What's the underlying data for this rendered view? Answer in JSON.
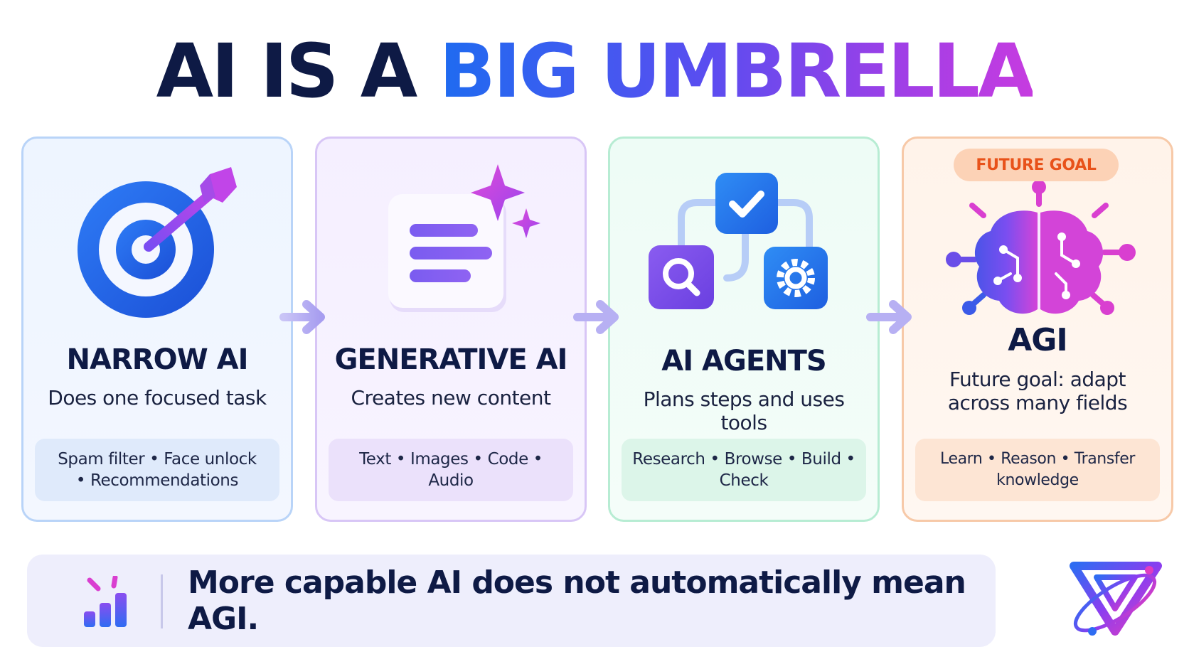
{
  "title": {
    "part1": "AI IS A",
    "part2": "BIG UMBRELLA"
  },
  "cards": [
    {
      "title": "NARROW AI",
      "subtitle": "Does one focused task",
      "examples_line1": "Spam filter • Face unlock",
      "examples_line2": "• Recommendations",
      "icon": "target-arrow-icon",
      "color": "#2a6df0"
    },
    {
      "title": "GENERATIVE AI",
      "subtitle": "Creates new content",
      "examples": "Text • Images • Code • Audio",
      "icon": "document-sparkle-icon",
      "color": "#8a5cf0"
    },
    {
      "title": "AI AGENTS",
      "subtitle": "Plans steps and uses tools",
      "examples": "Research • Browse • Build • Check",
      "icon": "workflow-icon",
      "color": "#2f8df5"
    },
    {
      "badge": "FUTURE GOAL",
      "title": "AGI",
      "subtitle_line1": "Future goal: adapt",
      "subtitle_line2": "across many fields",
      "examples": "Learn • Reason • Transfer knowledge",
      "icon": "brain-icon",
      "color": "#e8521a"
    }
  ],
  "bottom": {
    "text": "More capable AI does not automatically mean AGI.",
    "icon": "bar-chart-icon"
  },
  "logo": {
    "icon": "brand-logo-icon"
  }
}
